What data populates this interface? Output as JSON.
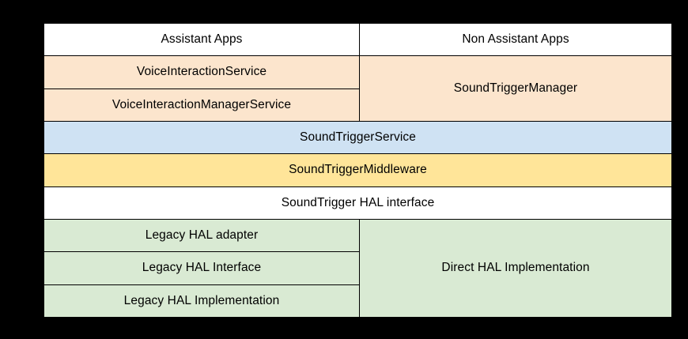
{
  "diagram": {
    "title_row": {
      "assistant_apps": "Assistant Apps",
      "non_assistant_apps": "Non Assistant Apps"
    },
    "left_column": {
      "voice_interaction_service": "VoiceInteractionService",
      "voice_interaction_manager_service": "VoiceInteractionManagerService",
      "legacy_hal_adapter": "Legacy HAL adapter",
      "legacy_hal_interface": "Legacy HAL Interface",
      "legacy_hal_implementation": "Legacy HAL Implementation"
    },
    "right_column": {
      "sound_trigger_manager": "SoundTriggerManager",
      "direct_hal_implementation": "Direct HAL Implementation"
    },
    "full_width_rows": {
      "sound_trigger_service": "SoundTriggerService",
      "sound_trigger_middleware": "SoundTriggerMiddleware",
      "sound_trigger_hal_interface": "SoundTrigger HAL interface"
    },
    "colors": {
      "background": "#000000",
      "border": "#000000",
      "white": "#ffffff",
      "peach": "#fce5cd",
      "blue": "#cfe2f3",
      "yellow": "#ffe599",
      "green": "#d9ead3"
    }
  }
}
